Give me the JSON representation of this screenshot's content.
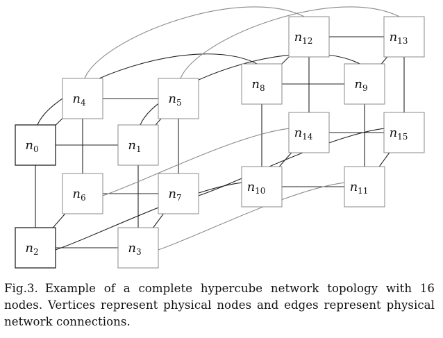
{
  "nodes": [
    {
      "id": "n0",
      "main": "n",
      "sub": "0"
    },
    {
      "id": "n1",
      "main": "n",
      "sub": "1"
    },
    {
      "id": "n2",
      "main": "n",
      "sub": "2"
    },
    {
      "id": "n3",
      "main": "n",
      "sub": "3"
    },
    {
      "id": "n4",
      "main": "n",
      "sub": "4"
    },
    {
      "id": "n5",
      "main": "n",
      "sub": "5"
    },
    {
      "id": "n6",
      "main": "n",
      "sub": "6"
    },
    {
      "id": "n7",
      "main": "n",
      "sub": "7"
    },
    {
      "id": "n8",
      "main": "n",
      "sub": "8"
    },
    {
      "id": "n9",
      "main": "n",
      "sub": "9"
    },
    {
      "id": "n10",
      "main": "n",
      "sub": "10"
    },
    {
      "id": "n11",
      "main": "n",
      "sub": "11"
    },
    {
      "id": "n12",
      "main": "n",
      "sub": "12"
    },
    {
      "id": "n13",
      "main": "n",
      "sub": "13"
    },
    {
      "id": "n14",
      "main": "n",
      "sub": "14"
    },
    {
      "id": "n15",
      "main": "n",
      "sub": "15"
    }
  ],
  "edges": [
    [
      "n0",
      "n1"
    ],
    [
      "n0",
      "n2"
    ],
    [
      "n1",
      "n3"
    ],
    [
      "n2",
      "n3"
    ],
    [
      "n4",
      "n5"
    ],
    [
      "n4",
      "n6"
    ],
    [
      "n5",
      "n7"
    ],
    [
      "n6",
      "n7"
    ],
    [
      "n8",
      "n9"
    ],
    [
      "n8",
      "n10"
    ],
    [
      "n9",
      "n11"
    ],
    [
      "n10",
      "n11"
    ],
    [
      "n12",
      "n13"
    ],
    [
      "n12",
      "n14"
    ],
    [
      "n13",
      "n15"
    ],
    [
      "n14",
      "n15"
    ],
    [
      "n0",
      "n4"
    ],
    [
      "n1",
      "n5"
    ],
    [
      "n2",
      "n6"
    ],
    [
      "n3",
      "n7"
    ],
    [
      "n8",
      "n12"
    ],
    [
      "n9",
      "n13"
    ],
    [
      "n10",
      "n14"
    ],
    [
      "n11",
      "n15"
    ],
    [
      "n0",
      "n8"
    ],
    [
      "n1",
      "n9"
    ],
    [
      "n2",
      "n10"
    ],
    [
      "n3",
      "n11"
    ],
    [
      "n4",
      "n12"
    ],
    [
      "n5",
      "n13"
    ],
    [
      "n6",
      "n14"
    ],
    [
      "n7",
      "n15"
    ]
  ],
  "caption": {
    "label": "Fig.3.",
    "text": "Example of a complete hypercube network topology with 16 nodes. Vertices represent physical nodes and edges represent physical network connections."
  }
}
